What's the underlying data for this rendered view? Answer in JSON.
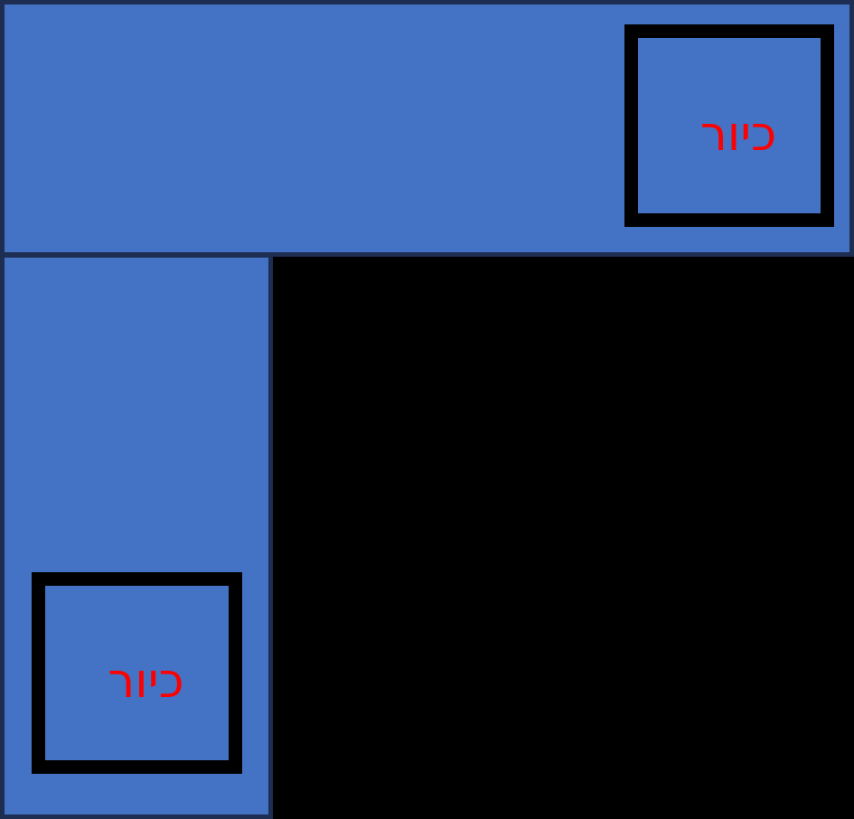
{
  "diagram": {
    "description": "kitchen-counter-plan",
    "counters": [
      {
        "name": "counter-top"
      },
      {
        "name": "counter-left"
      }
    ],
    "sinks": [
      {
        "label": "כיור"
      },
      {
        "label": "כיור"
      }
    ]
  },
  "colors": {
    "background": "#000000",
    "counter_fill": "#4472C4",
    "counter_outline": "#1E2E52",
    "sink_outline": "#000000",
    "sink_label": "#FF0000"
  }
}
